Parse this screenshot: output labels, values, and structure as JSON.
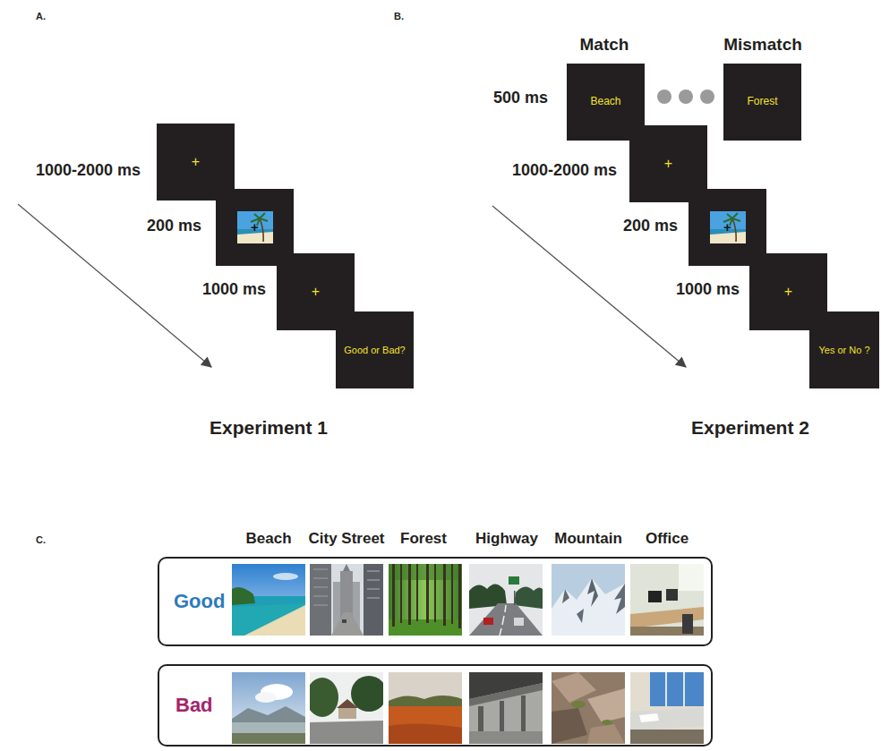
{
  "diagram": {
    "nodes": [
      {
        "text": [
          "+"
        ]
      },
      {
        "text": [
          "+"
        ]
      },
      {
        "text": [
          "+"
        ]
      },
      {
        "text": [
          "Good or Bad?"
        ]
      },
      {
        "text": [
          "Beach"
        ]
      },
      {
        "text": [
          "Forest"
        ]
      },
      {
        "text": [
          "+"
        ]
      },
      {
        "text": [
          "+"
        ]
      },
      {
        "text": [
          "+"
        ]
      },
      {
        "text": [
          "Yes or No ?"
        ]
      },
      {
        "text": [
          "Good"
        ]
      },
      {
        "text": [
          "Bad"
        ]
      }
    ],
    "labels": [
      "A.",
      "B.",
      "1000-2000 ms",
      "200 ms",
      "1000 ms",
      "Experiment 1",
      "Match",
      "Mismatch",
      "500 ms",
      "1000-2000 ms",
      "200 ms",
      "1000 ms",
      "Experiment 2",
      "C.",
      "Beach",
      "City Street",
      "Forest",
      "Highway",
      "Mountain",
      "Office"
    ]
  }
}
